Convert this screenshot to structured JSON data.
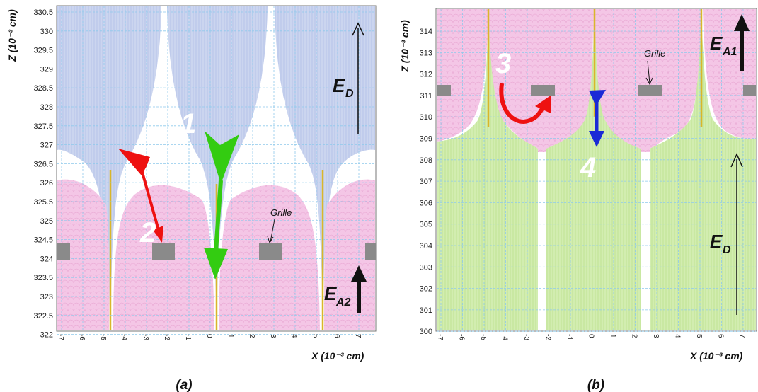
{
  "panels": [
    {
      "id": "a",
      "caption": "(a)",
      "y_axis_label": "Z (10⁻³ cm)",
      "x_axis_label": "X (10⁻³ cm)",
      "y_ticks": [
        "330.5",
        "330",
        "329.5",
        "329",
        "328.5",
        "328",
        "327.5",
        "327",
        "326.5",
        "326",
        "325.5",
        "325",
        "324.5",
        "324",
        "323.5",
        "323",
        "322.5",
        "322"
      ],
      "x_ticks": [
        "-7",
        "-6",
        "-5",
        "-4",
        "-3",
        "-2",
        "-1",
        "0",
        "1",
        "2",
        "3",
        "4",
        "5",
        "6",
        "7"
      ],
      "numbers": [
        "1",
        "2"
      ],
      "field_main": "E",
      "field_top_sub": "D",
      "field_bottom_sub": "A2",
      "grille_label": "Grille"
    },
    {
      "id": "b",
      "caption": "(b)",
      "y_axis_label": "Z (10⁻³ cm)",
      "x_axis_label": "X (10⁻³ cm)",
      "y_ticks": [
        "314",
        "313",
        "312",
        "311",
        "310",
        "309",
        "308",
        "307",
        "306",
        "305",
        "304",
        "303",
        "302",
        "301",
        "300"
      ],
      "x_ticks": [
        "-7",
        "-6",
        "-5",
        "-4",
        "-3",
        "-2",
        "-1",
        "0",
        "1",
        "2",
        "3",
        "4",
        "5",
        "6",
        "7"
      ],
      "numbers": [
        "3",
        "4"
      ],
      "field_main": "E",
      "field_top_sub": "A1",
      "field_bottom_sub": "D",
      "grille_label": "Grille"
    }
  ],
  "colors": {
    "drift_region": "#c9d4ee",
    "amplification_region": "#f3c4e4",
    "field_lines_green": "#cdeaa9",
    "grille": "#8a8a8a",
    "arrow_red": "#ee1111",
    "arrow_green": "#33cc11",
    "arrow_blue": "#1a2ad6",
    "grid": "#8ec9ec"
  }
}
